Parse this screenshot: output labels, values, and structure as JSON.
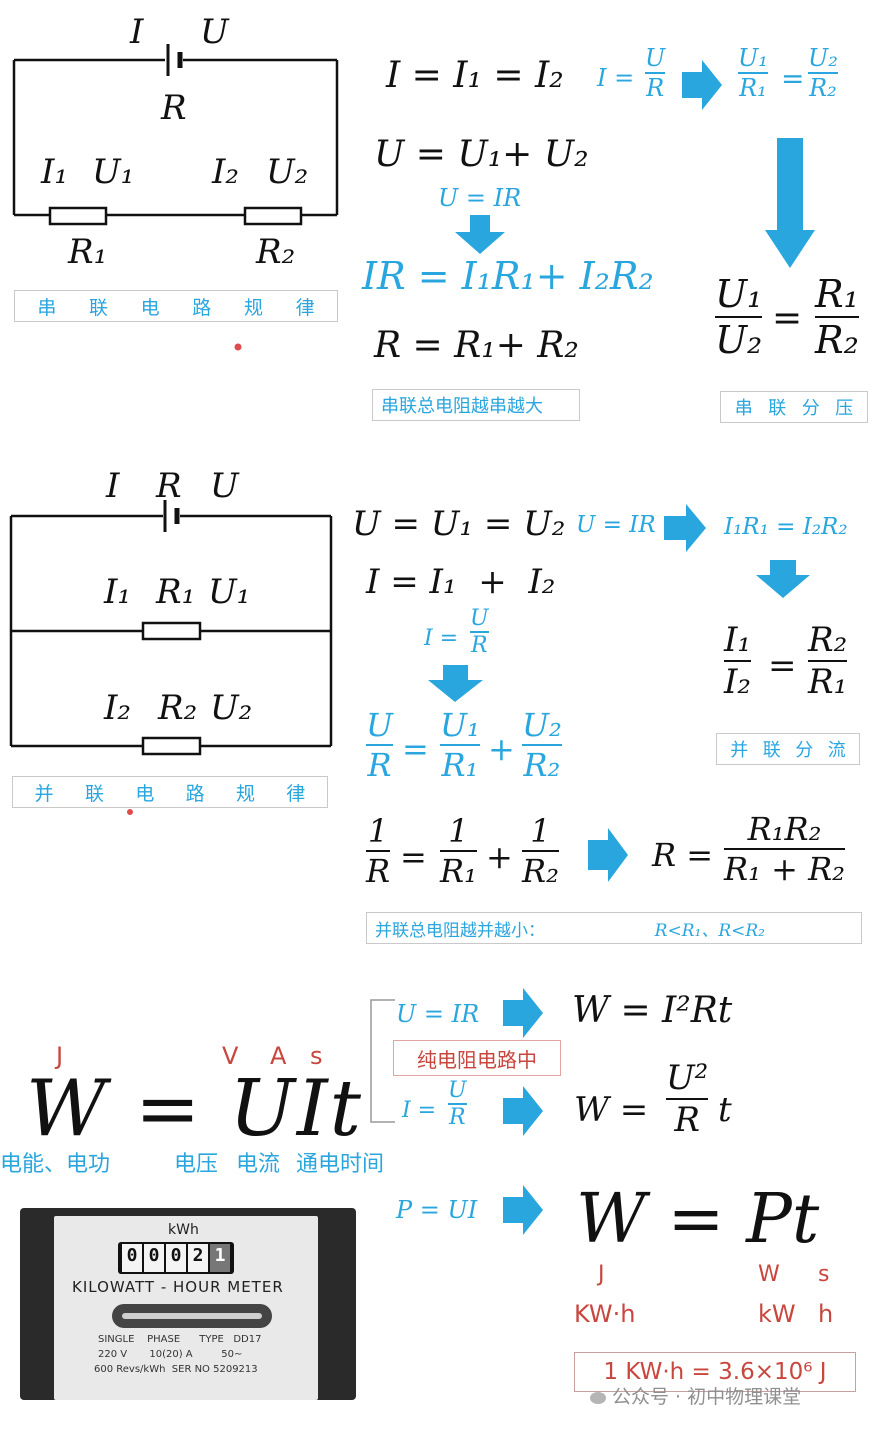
{
  "series": {
    "circuit": {
      "I": "I",
      "U": "U",
      "R": "R",
      "I1": "I₁",
      "U1": "U₁",
      "I2": "I₂",
      "U2": "U₂",
      "R1": "R₁",
      "R2": "R₂"
    },
    "label_chars": [
      "串",
      "联",
      "电",
      "路",
      "规",
      "律"
    ],
    "eq1": "I = I₁ = I₂",
    "ohm": "I =",
    "ohm_num": "U",
    "ohm_den": "R",
    "ratio_left_num": "U₁",
    "ratio_left_den": "R₁",
    "ratio_right_num": "U₂",
    "ratio_right_den": "R₂",
    "eq2": "U = U₁+ U₂",
    "u_ir": "U = IR",
    "eq3": "IR = I₁R₁+ I₂R₂",
    "eq4": "R = R₁+ R₂",
    "big_num1": "U₁",
    "big_den1": "U₂",
    "big_num2": "R₁",
    "big_den2": "R₂",
    "note_total": "串联总电阻越串越大",
    "note_divide_chars": [
      "串",
      "联",
      "分",
      "压"
    ]
  },
  "parallel": {
    "circuit": {
      "I": "I",
      "R": "R",
      "U": "U",
      "I1": "I₁",
      "R1": "R₁",
      "U1": "U₁",
      "I2": "I₂",
      "R2": "R₂",
      "U2": "U₂"
    },
    "label_chars": [
      "并",
      "联",
      "电",
      "路",
      "规",
      "律"
    ],
    "eq1": "U = U₁ = U₂",
    "u_ir": "U = IR",
    "cross": "I₁R₁ = I₂R₂",
    "eq2": "I = I₁  +  I₂",
    "ohm": "I =",
    "ohm_num": "U",
    "ohm_den": "R",
    "ratio_num1": "I₁",
    "ratio_den1": "I₂",
    "ratio_num2": "R₂",
    "ratio_den2": "R₁",
    "note_split_chars": [
      "并",
      "联",
      "分",
      "流"
    ],
    "f_u": "U",
    "f_r": "R",
    "f_u1": "U₁",
    "f_r1": "R₁",
    "f_u2": "U₂",
    "f_r2": "R₂",
    "one": "1",
    "r": "R",
    "r1": "R₁",
    "r2": "R₂",
    "r_eq_left": "R =",
    "r_eq_num": "R₁R₂",
    "r_eq_den": "R₁ + R₂",
    "note_total": "并联总电阻越并越小：",
    "note_ineq": "R<R₁、R<R₂"
  },
  "work": {
    "u_ir": "U = IR",
    "w1": "W  = I²Rt",
    "pure_resistor": "纯电阻电路中",
    "ohm": "I =",
    "ohm_num": "U",
    "ohm_den": "R",
    "w2_left": "W =",
    "w2_num": "U²",
    "w2_den": "R",
    "w2_t": "t",
    "units_top": {
      "J": "J",
      "V": "V",
      "A": "A",
      "s": "s"
    },
    "main": "W = UIt",
    "captions": {
      "energy": "电能、电功",
      "voltage": "电压",
      "current": "电流",
      "time": "通电时间"
    },
    "p_ui": "P = UI",
    "w3": "W = Pt",
    "pt_units_si": {
      "J": "J",
      "W": "W",
      "s": "s"
    },
    "pt_units_alt": {
      "kwh": "KW·h",
      "kw": "kW",
      "h": "h"
    },
    "conversion": "1 KW·h = 3.6×10⁶ J",
    "watermark": "公众号 · 初中物理课堂"
  },
  "meter": {
    "unit": "kWh",
    "digits": [
      "0",
      "0",
      "0",
      "2",
      "1"
    ],
    "title": "KILOWATT - HOUR METER",
    "spec1": "SINGLE    PHASE      TYPE   DD17",
    "spec2": "220 V       10(20) A         50∼",
    "spec3": "600 Revs/kWh  SER NO 5209213"
  }
}
